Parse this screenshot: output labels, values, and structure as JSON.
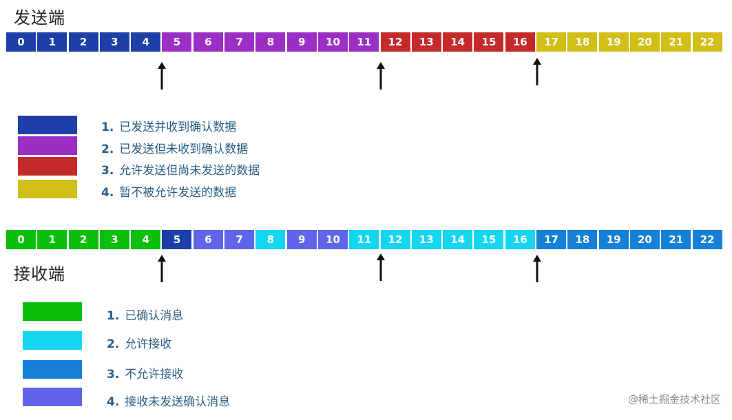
{
  "sender": {
    "title": "发送端",
    "cells": [
      {
        "label": "0",
        "color": "#1f3fa8"
      },
      {
        "label": "1",
        "color": "#1f3fa8"
      },
      {
        "label": "2",
        "color": "#1f3fa8"
      },
      {
        "label": "3",
        "color": "#1f3fa8"
      },
      {
        "label": "4",
        "color": "#1f3fa8"
      },
      {
        "label": "5",
        "color": "#9b2fc4"
      },
      {
        "label": "6",
        "color": "#9b2fc4"
      },
      {
        "label": "7",
        "color": "#9b2fc4"
      },
      {
        "label": "8",
        "color": "#9b2fc4"
      },
      {
        "label": "9",
        "color": "#9b2fc4"
      },
      {
        "label": "10",
        "color": "#9b2fc4"
      },
      {
        "label": "11",
        "color": "#9b2fc4"
      },
      {
        "label": "12",
        "color": "#c42a2a"
      },
      {
        "label": "13",
        "color": "#c42a2a"
      },
      {
        "label": "14",
        "color": "#c42a2a"
      },
      {
        "label": "15",
        "color": "#c42a2a"
      },
      {
        "label": "16",
        "color": "#c42a2a"
      },
      {
        "label": "17",
        "color": "#d1be16"
      },
      {
        "label": "18",
        "color": "#d1be16"
      },
      {
        "label": "19",
        "color": "#d1be16"
      },
      {
        "label": "20",
        "color": "#d1be16"
      },
      {
        "label": "21",
        "color": "#d1be16"
      },
      {
        "label": "22",
        "color": "#d1be16"
      }
    ],
    "legend": [
      {
        "num": "1.",
        "text": "已发送并收到确认数据",
        "color": "#1f3fa8"
      },
      {
        "num": "2.",
        "text": "已发送但未收到确认数据",
        "color": "#9b2fc4"
      },
      {
        "num": "3.",
        "text": "允许发送但尚未发送的数据",
        "color": "#c42a2a"
      },
      {
        "num": "4.",
        "text": "暂不被允许发送的数据",
        "color": "#d1be16"
      }
    ]
  },
  "receiver": {
    "title": "接收端",
    "cells": [
      {
        "label": "0",
        "color": "#0cbf0c"
      },
      {
        "label": "1",
        "color": "#0cbf0c"
      },
      {
        "label": "2",
        "color": "#0cbf0c"
      },
      {
        "label": "3",
        "color": "#0cbf0c"
      },
      {
        "label": "4",
        "color": "#0cbf0c"
      },
      {
        "label": "5",
        "color": "#1a3fa8"
      },
      {
        "label": "6",
        "color": "#5f64e8"
      },
      {
        "label": "7",
        "color": "#5f64e8"
      },
      {
        "label": "8",
        "color": "#14d6f0"
      },
      {
        "label": "9",
        "color": "#5f64e8"
      },
      {
        "label": "10",
        "color": "#5f64e8"
      },
      {
        "label": "11",
        "color": "#14d6f0"
      },
      {
        "label": "12",
        "color": "#14d6f0"
      },
      {
        "label": "13",
        "color": "#14d6f0"
      },
      {
        "label": "14",
        "color": "#14d6f0"
      },
      {
        "label": "15",
        "color": "#14d6f0"
      },
      {
        "label": "16",
        "color": "#14d6f0"
      },
      {
        "label": "17",
        "color": "#1580d6"
      },
      {
        "label": "18",
        "color": "#1580d6"
      },
      {
        "label": "19",
        "color": "#1580d6"
      },
      {
        "label": "20",
        "color": "#1580d6"
      },
      {
        "label": "21",
        "color": "#1580d6"
      },
      {
        "label": "22",
        "color": "#1580d6"
      }
    ],
    "legend": [
      {
        "num": "1.",
        "text": "已确认消息",
        "color": "#0cbf0c"
      },
      {
        "num": "2.",
        "text": "允许接收",
        "color": "#14d6f0"
      },
      {
        "num": "3.",
        "text": "不允许接收",
        "color": "#1580d6"
      },
      {
        "num": "4.",
        "text": "接收未发送确认消息",
        "color": "#5f64e8"
      }
    ]
  },
  "watermark": "@稀土掘金技术社区"
}
